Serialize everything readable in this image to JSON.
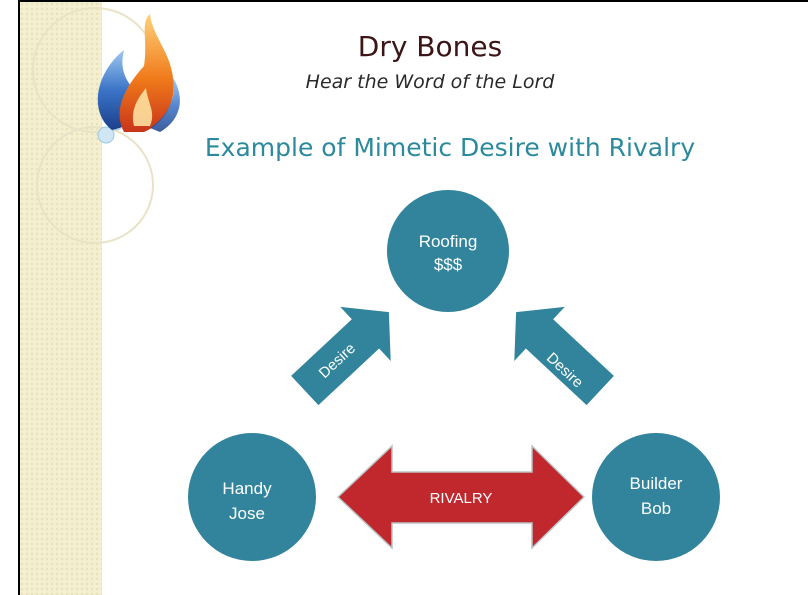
{
  "slide": {
    "title": "Dry Bones",
    "subtitle": "Hear the Word of the Lord",
    "heading": "Example of Mimetic Desire with Rivalry"
  },
  "diagram": {
    "nodes": {
      "top": {
        "line1": "Roofing",
        "line2": "$$$"
      },
      "left": {
        "line1": "Handy",
        "line2": "Jose"
      },
      "right": {
        "line1": "Builder",
        "line2": "Bob"
      }
    },
    "arrows": {
      "left_desire": "Desire",
      "right_desire": "Desire",
      "rivalry": "RIVALRY"
    }
  },
  "colors": {
    "node_fill": "#31849b",
    "desire_arrow": "#31849b",
    "rivalry_arrow": "#c0282d",
    "title": "#3c1516",
    "heading": "#2c8a9c"
  },
  "icons": [
    "flame-logo-icon",
    "bubble-decoration-icon"
  ]
}
